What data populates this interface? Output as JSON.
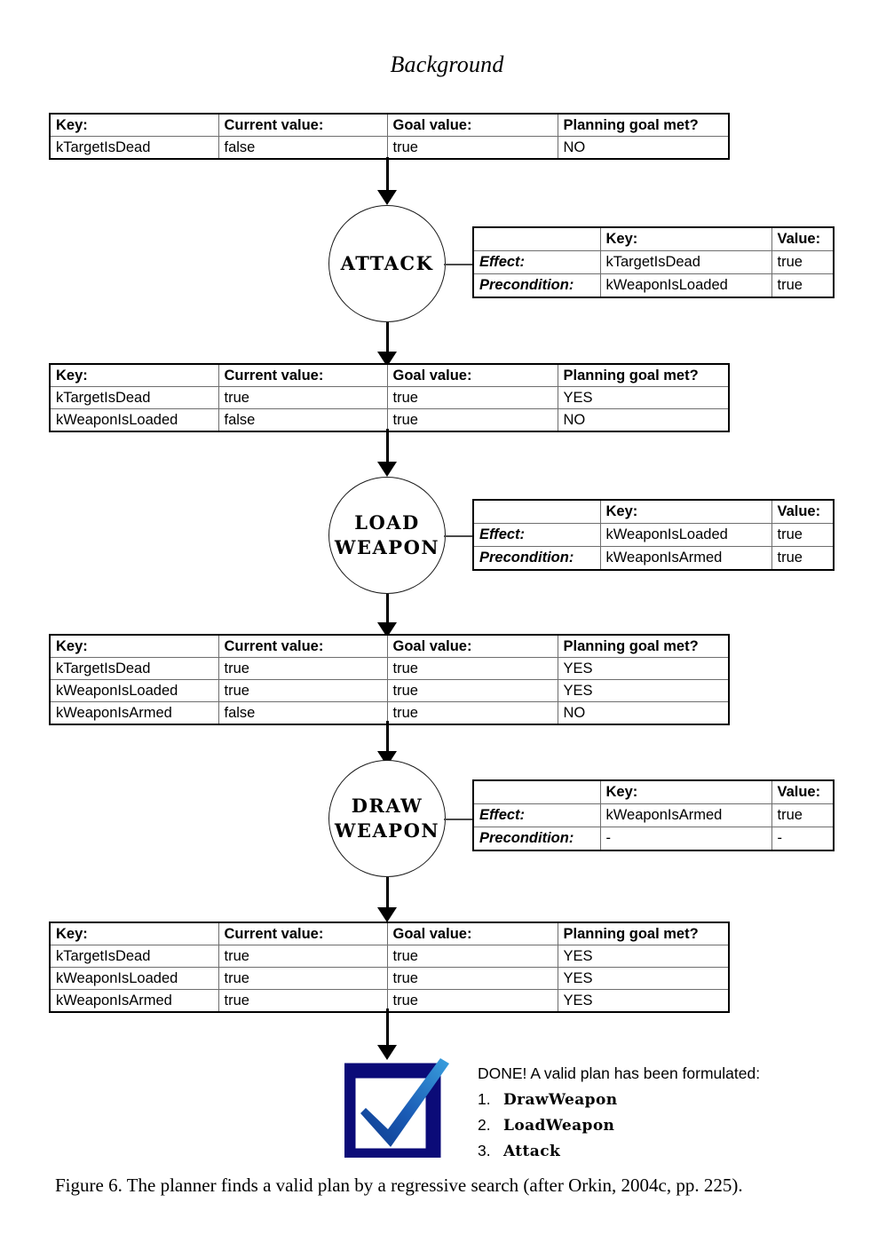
{
  "header": {
    "title": "Background"
  },
  "state_table": {
    "columns": [
      "Key:",
      "Current value:",
      "Goal value:",
      "Planning goal met?"
    ],
    "tables": [
      {
        "id": "initial-state",
        "rows": [
          [
            "kTargetIsDead",
            "false",
            "true",
            "NO"
          ]
        ]
      },
      {
        "id": "state-after-attack",
        "rows": [
          [
            "kTargetIsDead",
            "true",
            "true",
            "YES"
          ],
          [
            "kWeaponIsLoaded",
            "false",
            "true",
            "NO"
          ]
        ]
      },
      {
        "id": "state-after-load-weapon",
        "rows": [
          [
            "kTargetIsDead",
            "true",
            "true",
            "YES"
          ],
          [
            "kWeaponIsLoaded",
            "true",
            "true",
            "YES"
          ],
          [
            "kWeaponIsArmed",
            "false",
            "true",
            "NO"
          ]
        ]
      },
      {
        "id": "state-after-draw-weapon",
        "rows": [
          [
            "kTargetIsDead",
            "true",
            "true",
            "YES"
          ],
          [
            "kWeaponIsLoaded",
            "true",
            "true",
            "YES"
          ],
          [
            "kWeaponIsArmed",
            "true",
            "true",
            "YES"
          ]
        ]
      }
    ]
  },
  "effect_table": {
    "columns": [
      "",
      "Key:",
      "Value:"
    ],
    "row_labels": [
      "Effect:",
      "Precondition:"
    ],
    "tables": [
      {
        "id": "attack-effects",
        "effect": {
          "key": "kTargetIsDead",
          "value": "true"
        },
        "precondition": {
          "key": "kWeaponIsLoaded",
          "value": "true"
        }
      },
      {
        "id": "load-weapon-effects",
        "effect": {
          "key": "kWeaponIsLoaded",
          "value": "true"
        },
        "precondition": {
          "key": "kWeaponIsArmed",
          "value": "true"
        }
      },
      {
        "id": "draw-weapon-effects",
        "effect": {
          "key": "kWeaponIsArmed",
          "value": "true"
        },
        "precondition": {
          "key": "-",
          "value": "-"
        }
      }
    ]
  },
  "nodes": [
    {
      "id": "attack-node",
      "line1": "ATTACK",
      "line2": ""
    },
    {
      "id": "load-weapon-node",
      "line1": "LOAD",
      "line2": "WEAPON"
    },
    {
      "id": "draw-weapon-node",
      "line1": "DRAW",
      "line2": "WEAPON"
    }
  ],
  "done": {
    "title": "DONE! A valid plan has been formulated:",
    "plan": [
      {
        "num": "1.",
        "name": "DrawWeapon"
      },
      {
        "num": "2.",
        "name": "LoadWeapon"
      },
      {
        "num": "3.",
        "name": "Attack"
      }
    ],
    "icon": "checkmark-icon",
    "colors": {
      "frame": "#0b0b78",
      "check_light": "#2f8fd6",
      "check_dark": "#123f9b"
    }
  },
  "caption": {
    "text": "Figure 6. The planner finds a valid plan by a regressive search (after Orkin, 2004c, pp. 225)."
  }
}
